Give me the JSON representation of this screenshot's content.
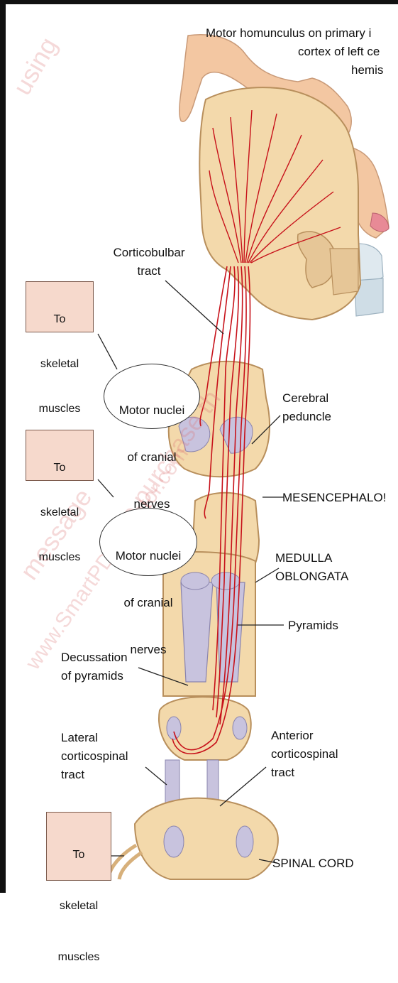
{
  "watermarks": [
    "using",
    "e purchase th",
    "message",
    "www.SmartPDFCreator.com"
  ],
  "colors": {
    "tissue": "#f3d9ab",
    "tissue_dark": "#d7b07b",
    "tract": "#c7111a",
    "pyramid": "#c8c3de",
    "box": "#f6d9cc"
  },
  "labels": {
    "title_line1": "Motor homunculus on primary i",
    "title_line2": "cortex of left ce",
    "title_line3": "hemis",
    "corticobulbar_line1": "Corticobulbar",
    "corticobulbar_line2": "tract",
    "cerebral_peduncle_line1": "Cerebral",
    "cerebral_peduncle_line2": "peduncle",
    "mesencephalon": "MESENCEPHALO!",
    "medulla_line1": "MEDULLA",
    "medulla_line2": "OBLONGATA",
    "pyramids": "Pyramids",
    "decussation_line1": "Decussation",
    "decussation_line2": "of pyramids",
    "lateral_line1": "Lateral",
    "lateral_line2": "corticospinal",
    "lateral_line3": "tract",
    "anterior_line1": "Anterior",
    "anterior_line2": "corticospinal",
    "anterior_line3": "tract",
    "spinal_cord": "SPINAL CORD"
  },
  "boxes": [
    {
      "line1": "To",
      "line2": "skeletal",
      "line3": "muscles"
    },
    {
      "line1": "To",
      "line2": "skeletal",
      "line3": "muscles"
    },
    {
      "line1": "To",
      "line2": "skeletal",
      "line3": "muscles"
    }
  ],
  "ovals": [
    {
      "line1": "Motor nuclei",
      "line2": "of cranial",
      "line3": "nerves"
    },
    {
      "line1": "Motor nuclei",
      "line2": "of cranial",
      "line3": "nerves"
    }
  ]
}
